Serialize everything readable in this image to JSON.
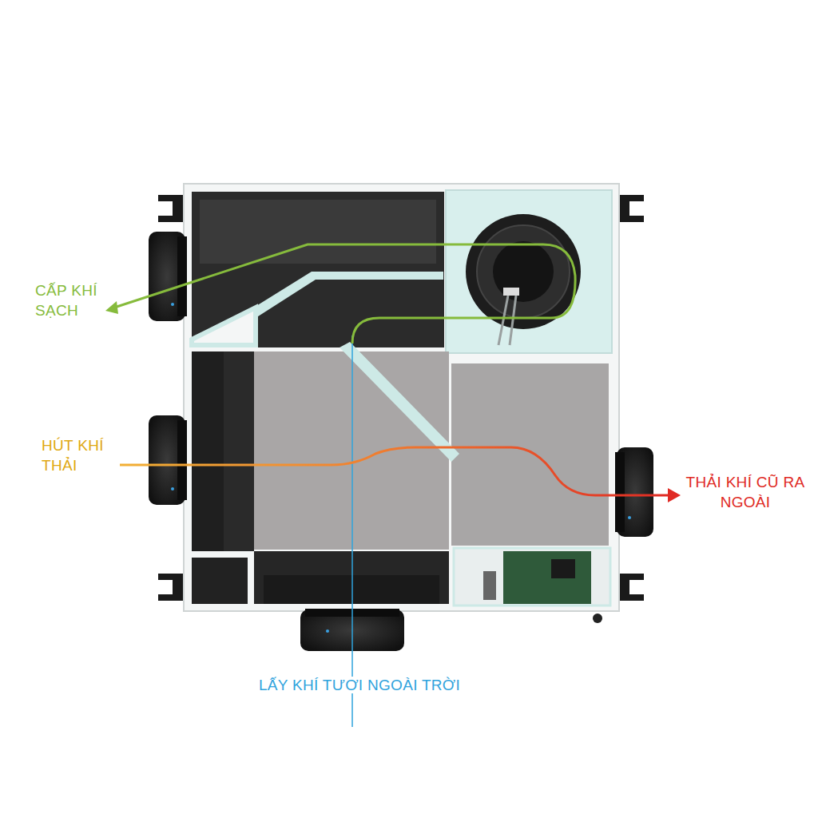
{
  "diagram": {
    "labels": [
      "CẤP KHÍ SẠCH",
      "HÚT KHÍ THẢI",
      "THẢI KHÍ CŨ RA NGOÀI",
      "LẤY KHÍ TƯƠI NGOÀI TRỜI"
    ]
  }
}
